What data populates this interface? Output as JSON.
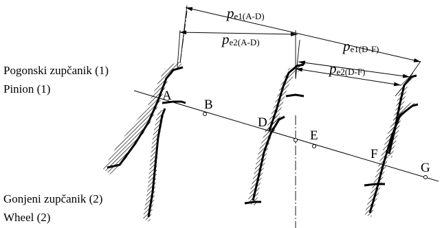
{
  "labels": {
    "pinion_hr": "Pogonski zupčanik (1)",
    "pinion_en": "Pinion (1)",
    "wheel_hr": "Gonjeni zupčanik (2)",
    "wheel_en": "Wheel (2)"
  },
  "points": [
    "A",
    "B",
    "D",
    "E",
    "F",
    "G"
  ],
  "pitches": [
    {
      "symbol": "p",
      "subscript": "e1(A-D)"
    },
    {
      "symbol": "p",
      "subscript": "e2(A-D)"
    },
    {
      "symbol": "p",
      "subscript": "e1(D-F)"
    },
    {
      "symbol": "p",
      "subscript": "e2(D-F)"
    }
  ]
}
